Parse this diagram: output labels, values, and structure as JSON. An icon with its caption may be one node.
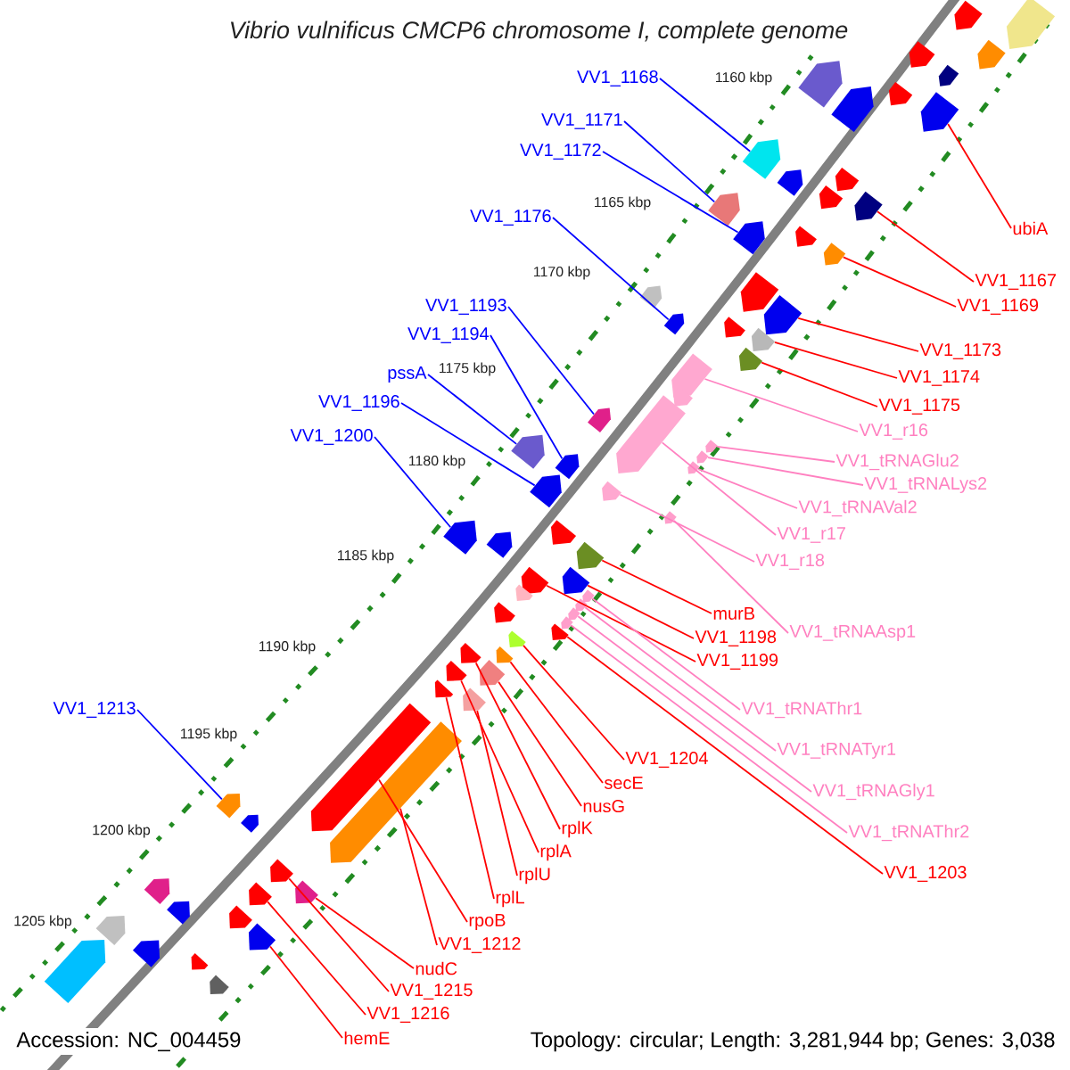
{
  "diagram": {
    "title": "Vibrio vulnificus CMCP6 chromosome I, complete genome",
    "nodes": [
      {
        "text": [
          "VV1_1168"
        ]
      },
      {
        "text": [],
        "shape": "arrow"
      },
      {
        "text": [
          "VV1_1171"
        ]
      },
      {
        "text": [],
        "shape": "arrow"
      },
      {
        "text": [
          "VV1_1172"
        ]
      },
      {
        "text": [],
        "shape": "arrow"
      },
      {
        "text": [
          "VV1_1176"
        ]
      },
      {
        "text": [],
        "shape": "arrow"
      },
      {
        "text": [
          "ubiA"
        ]
      },
      {
        "text": [],
        "shape": "arrow"
      },
      {
        "text": [
          "VV1_1167"
        ]
      },
      {
        "text": [],
        "shape": "arrow"
      },
      {
        "text": [
          "VV1_1169"
        ]
      },
      {
        "text": [],
        "shape": "arrow"
      },
      {
        "text": [
          "VV1_1193"
        ]
      },
      {
        "text": [],
        "shape": "arrow"
      },
      {
        "text": [
          "VV1_1194"
        ]
      },
      {
        "text": [],
        "shape": "arrow"
      },
      {
        "text": [
          "VV1_1173"
        ]
      },
      {
        "text": [],
        "shape": "arrow"
      },
      {
        "text": [
          "pssA"
        ]
      },
      {
        "text": [],
        "shape": "arrow"
      },
      {
        "text": [
          "VV1_1174"
        ]
      },
      {
        "text": [],
        "shape": "arrow"
      },
      {
        "text": [
          "VV1_1196"
        ]
      },
      {
        "text": [],
        "shape": "arrow"
      },
      {
        "text": [
          "VV1_1175"
        ]
      },
      {
        "text": [],
        "shape": "arrow"
      },
      {
        "text": [
          "VV1_r16"
        ]
      },
      {
        "text": [],
        "shape": "arrow"
      },
      {
        "text": [
          "VV1_1200"
        ]
      },
      {
        "text": [],
        "shape": "arrow"
      },
      {
        "text": [
          "VV1_tRNAGlu2"
        ]
      },
      {
        "text": [],
        "shape": "arrow"
      },
      {
        "text": [
          "VV1_tRNALys2"
        ]
      },
      {
        "text": [],
        "shape": "arrow"
      },
      {
        "text": [
          "VV1_tRNAVal2"
        ]
      },
      {
        "text": [],
        "shape": "arrow"
      },
      {
        "text": [
          "VV1_r17"
        ]
      },
      {
        "text": [],
        "shape": "arrow"
      },
      {
        "text": [
          "VV1_r18"
        ]
      },
      {
        "text": [],
        "shape": "arrow"
      },
      {
        "text": [
          "murB"
        ]
      },
      {
        "text": [],
        "shape": "arrow"
      },
      {
        "text": [
          "VV1_1198"
        ]
      },
      {
        "text": [],
        "shape": "arrow"
      },
      {
        "text": [
          "VV1_tRNAAsp1"
        ]
      },
      {
        "text": [],
        "shape": "arrow"
      },
      {
        "text": [
          "VV1_1199"
        ]
      },
      {
        "text": [],
        "shape": "arrow"
      },
      {
        "text": [
          "VV1_1213"
        ]
      },
      {
        "text": [],
        "shape": "arrow"
      },
      {
        "text": [
          "VV1_tRNAThr1"
        ]
      },
      {
        "text": [],
        "shape": "arrow"
      },
      {
        "text": [
          "VV1_1204"
        ]
      },
      {
        "text": [],
        "shape": "arrow"
      },
      {
        "text": [
          "VV1_tRNATyr1"
        ]
      },
      {
        "text": [],
        "shape": "arrow"
      },
      {
        "text": [
          "secE"
        ]
      },
      {
        "text": [],
        "shape": "arrow"
      },
      {
        "text": [
          "VV1_tRNAGly1"
        ]
      },
      {
        "text": [],
        "shape": "arrow"
      },
      {
        "text": [
          "nusG"
        ]
      },
      {
        "text": [],
        "shape": "arrow"
      },
      {
        "text": [
          "VV1_tRNAThr2"
        ]
      },
      {
        "text": [],
        "shape": "arrow"
      },
      {
        "text": [
          "rplK"
        ]
      },
      {
        "text": [],
        "shape": "arrow"
      },
      {
        "text": [
          "rplA"
        ]
      },
      {
        "text": [],
        "shape": "arrow"
      },
      {
        "text": [
          "VV1_1203"
        ]
      },
      {
        "text": [],
        "shape": "arrow"
      },
      {
        "text": [
          "rplU"
        ]
      },
      {
        "text": [],
        "shape": "arrow"
      },
      {
        "text": [
          "rplL"
        ]
      },
      {
        "text": [],
        "shape": "arrow"
      },
      {
        "text": [
          "rpoB"
        ]
      },
      {
        "text": [],
        "shape": "arrow"
      },
      {
        "text": [
          "VV1_1212"
        ]
      },
      {
        "text": [],
        "shape": "arrow"
      },
      {
        "text": [
          "nudC"
        ]
      },
      {
        "text": [],
        "shape": "arrow"
      },
      {
        "text": [
          "VV1_1215"
        ]
      },
      {
        "text": [],
        "shape": "arrow"
      },
      {
        "text": [
          "VV1_1216"
        ]
      },
      {
        "text": [],
        "shape": "arrow"
      },
      {
        "text": [
          "hemE"
        ]
      },
      {
        "text": [],
        "shape": "arrow"
      },
      {
        "text": [],
        "shape": "arrow"
      },
      {
        "text": [],
        "shape": "arrow"
      },
      {
        "text": [],
        "shape": "arrow"
      },
      {
        "text": [],
        "shape": "arrow"
      },
      {
        "text": [],
        "shape": "arrow"
      },
      {
        "text": [],
        "shape": "arrow"
      },
      {
        "text": [],
        "shape": "arrow"
      },
      {
        "text": [],
        "shape": "arrow"
      },
      {
        "text": [],
        "shape": "arrow"
      },
      {
        "text": [],
        "shape": "arrow"
      },
      {
        "text": [],
        "shape": "arrow"
      },
      {
        "text": [],
        "shape": "arrow"
      },
      {
        "text": [],
        "shape": "arrow"
      },
      {
        "text": [],
        "shape": "arrow"
      },
      {
        "text": [],
        "shape": "arrow"
      },
      {
        "text": [],
        "shape": "arrow"
      },
      {
        "text": [],
        "shape": "arrow"
      },
      {
        "text": [],
        "shape": "arrow"
      },
      {
        "text": [],
        "shape": "arrow"
      },
      {
        "text": [],
        "shape": "arrow"
      },
      {
        "text": [],
        "shape": "arrow"
      },
      {
        "text": [],
        "shape": "arrow"
      },
      {
        "text": [],
        "shape": "arrow"
      },
      {
        "text": [],
        "shape": "arrow"
      },
      {
        "text": [],
        "shape": "arrow"
      },
      {
        "text": [],
        "shape": "arrow"
      },
      {
        "text": [],
        "shape": "arrow"
      },
      {
        "text": [],
        "shape": "arrow"
      },
      {
        "text": [],
        "shape": "arrow"
      }
    ],
    "edges": [
      {
        "from": 0,
        "to": 1,
        "arrow": "none",
        "color": "#0000ff"
      },
      {
        "from": 2,
        "to": 3,
        "arrow": "none",
        "color": "#0000ff"
      },
      {
        "from": 4,
        "to": 5,
        "arrow": "none",
        "color": "#0000ff"
      },
      {
        "from": 6,
        "to": 7,
        "arrow": "none",
        "color": "#0000ff"
      },
      {
        "from": 8,
        "to": 9,
        "arrow": "none"
      },
      {
        "from": 10,
        "to": 11,
        "arrow": "none"
      },
      {
        "from": 12,
        "to": 13,
        "arrow": "none"
      },
      {
        "from": 14,
        "to": 15,
        "arrow": "none",
        "color": "#0000ff"
      },
      {
        "from": 16,
        "to": 17,
        "arrow": "none",
        "color": "#0000ff"
      },
      {
        "from": 18,
        "to": 19,
        "arrow": "none"
      },
      {
        "from": 20,
        "to": 21,
        "arrow": "none",
        "color": "#0000ff"
      },
      {
        "from": 22,
        "to": 23,
        "arrow": "none"
      },
      {
        "from": 24,
        "to": 25,
        "arrow": "none",
        "color": "#0000ff"
      },
      {
        "from": 26,
        "to": 27,
        "arrow": "none"
      },
      {
        "from": 28,
        "to": 29,
        "arrow": "none",
        "color": "#ff80c0"
      },
      {
        "from": 30,
        "to": 31,
        "arrow": "none",
        "color": "#0000ff"
      },
      {
        "from": 32,
        "to": 33,
        "arrow": "none",
        "color": "#ff80c0"
      },
      {
        "from": 34,
        "to": 35,
        "arrow": "none",
        "color": "#ff80c0"
      },
      {
        "from": 36,
        "to": 37,
        "arrow": "none",
        "color": "#ff80c0"
      },
      {
        "from": 38,
        "to": 39,
        "arrow": "none",
        "color": "#ff80c0"
      },
      {
        "from": 40,
        "to": 41,
        "arrow": "none",
        "color": "#ff80c0"
      },
      {
        "from": 42,
        "to": 43,
        "arrow": "none"
      },
      {
        "from": 44,
        "to": 45,
        "arrow": "none"
      },
      {
        "from": 46,
        "to": 47,
        "arrow": "none",
        "color": "#ff80c0"
      },
      {
        "from": 48,
        "to": 49,
        "arrow": "none"
      },
      {
        "from": 50,
        "to": 51,
        "arrow": "none",
        "color": "#0000ff"
      },
      {
        "from": 52,
        "to": 53,
        "arrow": "none",
        "color": "#ff80c0"
      },
      {
        "from": 54,
        "to": 55,
        "arrow": "none"
      },
      {
        "from": 56,
        "to": 57,
        "arrow": "none",
        "color": "#ff80c0"
      },
      {
        "from": 58,
        "to": 59,
        "arrow": "none"
      },
      {
        "from": 60,
        "to": 61,
        "arrow": "none",
        "color": "#ff80c0"
      },
      {
        "from": 62,
        "to": 63,
        "arrow": "none"
      },
      {
        "from": 64,
        "to": 65,
        "arrow": "none",
        "color": "#ff80c0"
      },
      {
        "from": 66,
        "to": 67,
        "arrow": "none"
      },
      {
        "from": 68,
        "to": 69,
        "arrow": "none"
      },
      {
        "from": 70,
        "to": 71,
        "arrow": "none"
      },
      {
        "from": 72,
        "to": 73,
        "arrow": "none"
      },
      {
        "from": 74,
        "to": 75,
        "arrow": "none"
      },
      {
        "from": 76,
        "to": 77,
        "arrow": "none"
      },
      {
        "from": 78,
        "to": 79,
        "arrow": "none"
      },
      {
        "from": 80,
        "to": 81,
        "arrow": "none"
      },
      {
        "from": 82,
        "to": 83,
        "arrow": "none"
      },
      {
        "from": 84,
        "to": 85,
        "arrow": "none"
      },
      {
        "from": 86,
        "to": 87,
        "arrow": "none"
      }
    ],
    "labels": [
      "1160 kbp",
      "1165 kbp",
      "1170 kbp",
      "1175 kbp",
      "1180 kbp",
      "1185 kbp",
      "1190 kbp",
      "1195 kbp",
      "1200 kbp",
      "1205 kbp",
      "Accession: NC_004459",
      "Topology: circular; Length: 3,281,944 bp; Genes: 3,038"
    ]
  }
}
